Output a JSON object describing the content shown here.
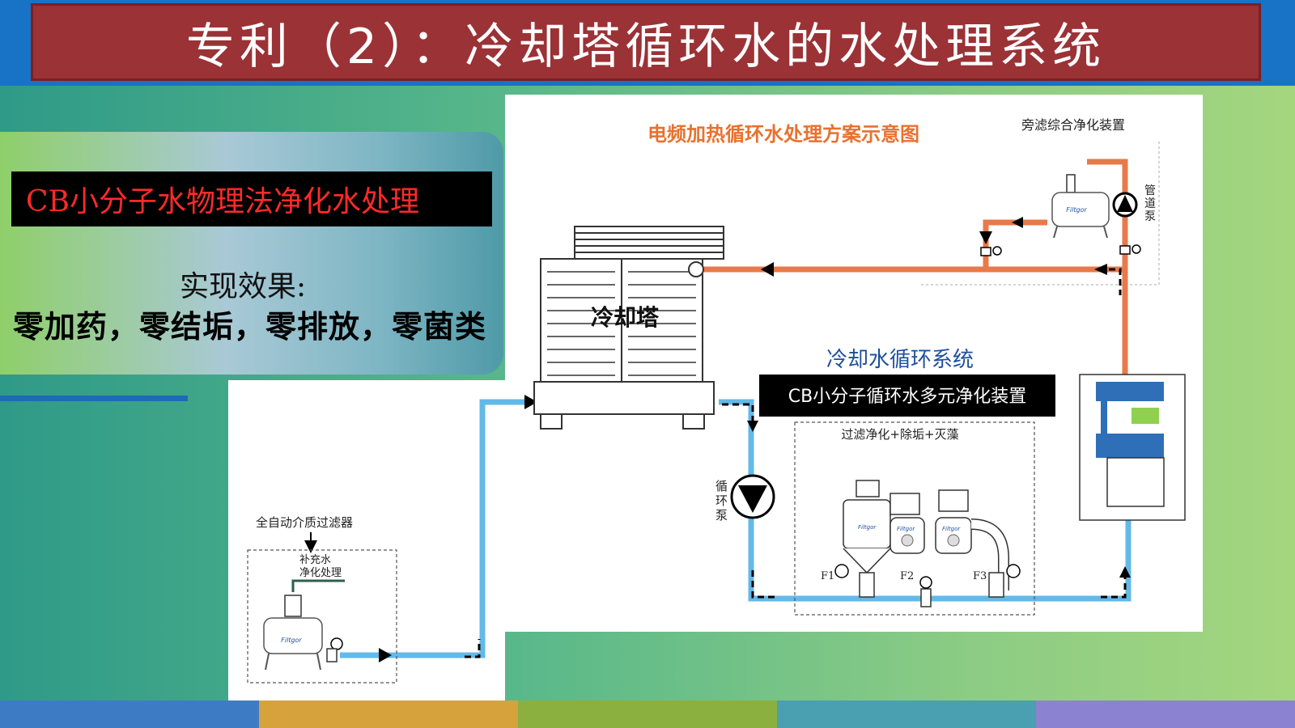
{
  "slide_title": "专利（2）：冷却塔循环水的水处理系统",
  "left_panel": {
    "heading": "CB小分子水物理法净化水处理",
    "effect_label": "实现效果:",
    "effect_items": "零加药，零结垢，零排放，零菌类"
  },
  "diagram": {
    "title": "电频加热循环水处理方案示意图",
    "bypass_label": "旁滤综合净化装置",
    "pipe_pump_label": "管道泵",
    "tower_label": "冷却塔",
    "cooling_system_label": "冷却水循环系统",
    "device_box_label": "CB小分子循环水多元净化装置",
    "filter_process_label": "过滤净化+除垢+灭藻",
    "circ_pump_label": "循环泵",
    "auto_filter_label": "全自动介质过滤器",
    "makeup_label_1": "补充水",
    "makeup_label_2": "净化处理",
    "filter_tag_f1": "F1",
    "filter_tag_f2": "F2",
    "filter_tag_f3": "F3",
    "brand": "Filtgor"
  },
  "colors": {
    "banner": "#9b3236",
    "top_bar": "#1872c6",
    "hot_pipe": "#e8794a",
    "cold_pipe": "#63b9e8",
    "diagram_title": "#e8712e",
    "system_label": "#1e4f9c",
    "heading_text": "#ff2a2a"
  },
  "bottom_strip_colors": [
    "#3d7cc4",
    "#d6a23c",
    "#8bb040",
    "#4a9fb0",
    "#8c82d2"
  ]
}
